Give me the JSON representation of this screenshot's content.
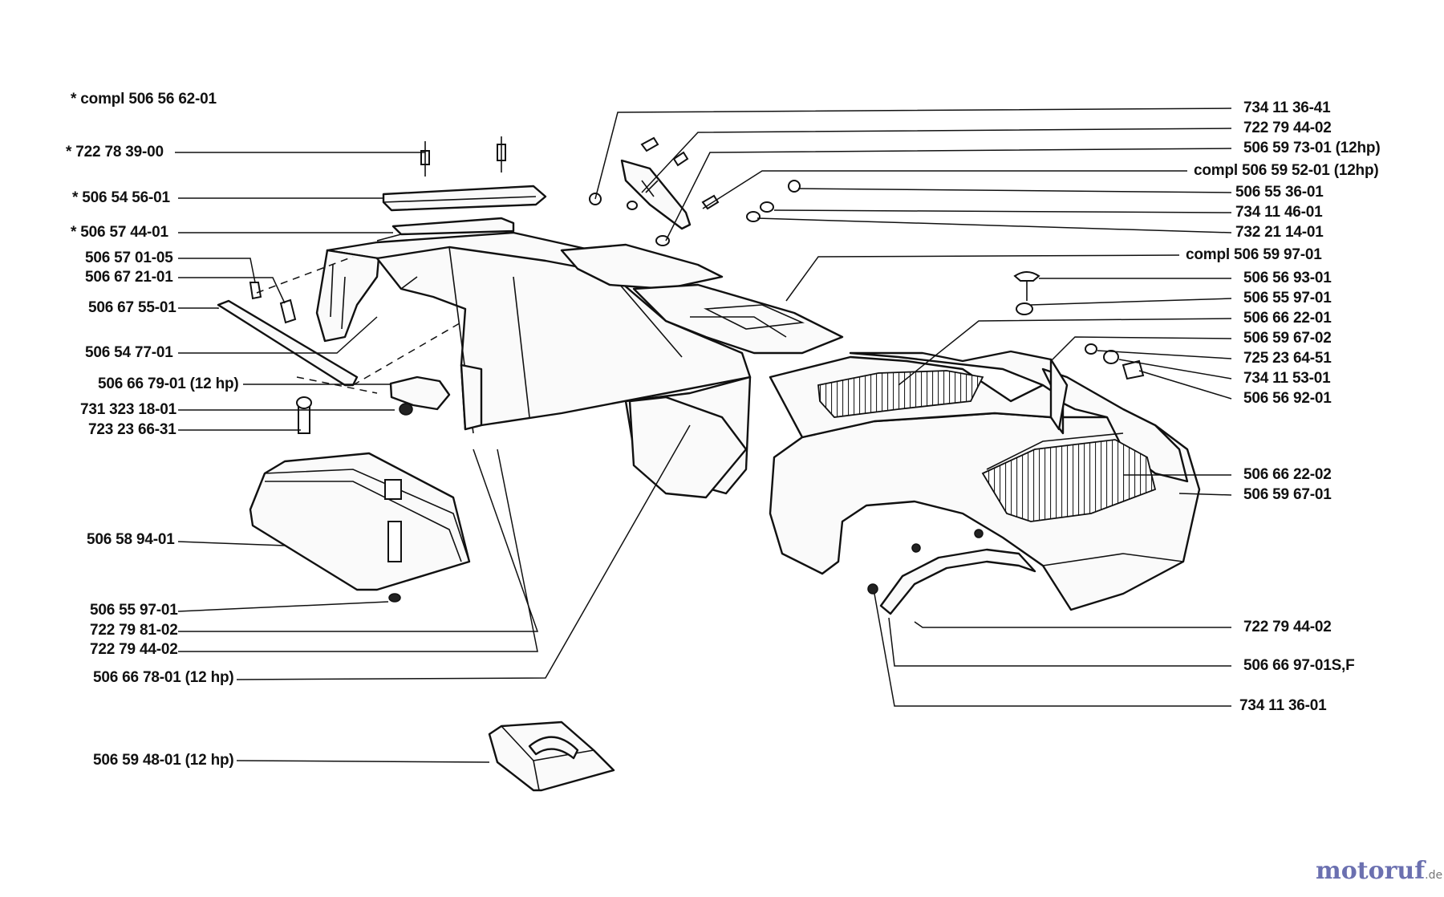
{
  "labels_left": [
    {
      "id": "l1",
      "star": "*",
      "text": "compl 506 56 62-01"
    },
    {
      "id": "l2",
      "star": "*",
      "text": "722 78 39-00"
    },
    {
      "id": "l3",
      "star": "*",
      "text": "506 54 56-01"
    },
    {
      "id": "l4",
      "star": "*",
      "text": "506 57 44-01"
    },
    {
      "id": "l5",
      "star": "",
      "text": "506 57 01-05"
    },
    {
      "id": "l6",
      "star": "",
      "text": "506 67 21-01"
    },
    {
      "id": "l7",
      "star": "",
      "text": "506 67 55-01"
    },
    {
      "id": "l8",
      "star": "",
      "text": "506 54 77-01"
    },
    {
      "id": "l9",
      "star": "",
      "text": "506 66 79-01 (12 hp)"
    },
    {
      "id": "l10",
      "star": "",
      "text": "731 323 18-01"
    },
    {
      "id": "l11",
      "star": "",
      "text": "723 23 66-31"
    },
    {
      "id": "l12",
      "star": "",
      "text": "506 58 94-01"
    },
    {
      "id": "l13",
      "star": "",
      "text": "506 55 97-01"
    },
    {
      "id": "l14",
      "star": "",
      "text": "722 79 81-02"
    },
    {
      "id": "l15",
      "star": "",
      "text": "722 79 44-02"
    },
    {
      "id": "l16",
      "star": "",
      "text": "506 66 78-01 (12 hp)"
    },
    {
      "id": "l17",
      "star": "",
      "text": "506 59 48-01 (12 hp)"
    }
  ],
  "labels_right": [
    {
      "id": "r1",
      "text": "734 11 36-41"
    },
    {
      "id": "r2",
      "text": "722 79 44-02"
    },
    {
      "id": "r3",
      "text": "506 59 73-01 (12hp)"
    },
    {
      "id": "r4",
      "text": "compl 506 59 52-01 (12hp)"
    },
    {
      "id": "r5",
      "text": "506 55 36-01"
    },
    {
      "id": "r6",
      "text": "734 11 46-01"
    },
    {
      "id": "r7",
      "text": "732 21 14-01"
    },
    {
      "id": "r8",
      "text": "compl 506 59 97-01"
    },
    {
      "id": "r9",
      "text": "506 56 93-01"
    },
    {
      "id": "r10",
      "text": "506 55 97-01"
    },
    {
      "id": "r11",
      "text": "506 66 22-01"
    },
    {
      "id": "r12",
      "text": "506 59 67-02"
    },
    {
      "id": "r13",
      "text": "725 23 64-51"
    },
    {
      "id": "r14",
      "text": "734 11 53-01"
    },
    {
      "id": "r15",
      "text": "506 56 92-01"
    },
    {
      "id": "r16",
      "text": "506 66 22-02"
    },
    {
      "id": "r17",
      "text": "506 59 67-01"
    },
    {
      "id": "r18",
      "text": "722 79 44-02"
    },
    {
      "id": "r19",
      "text": "506 66 97-01S,F"
    },
    {
      "id": "r20",
      "text": "734 11 36-01"
    }
  ],
  "watermark": {
    "name": "motoruf",
    "tld": ".de"
  }
}
